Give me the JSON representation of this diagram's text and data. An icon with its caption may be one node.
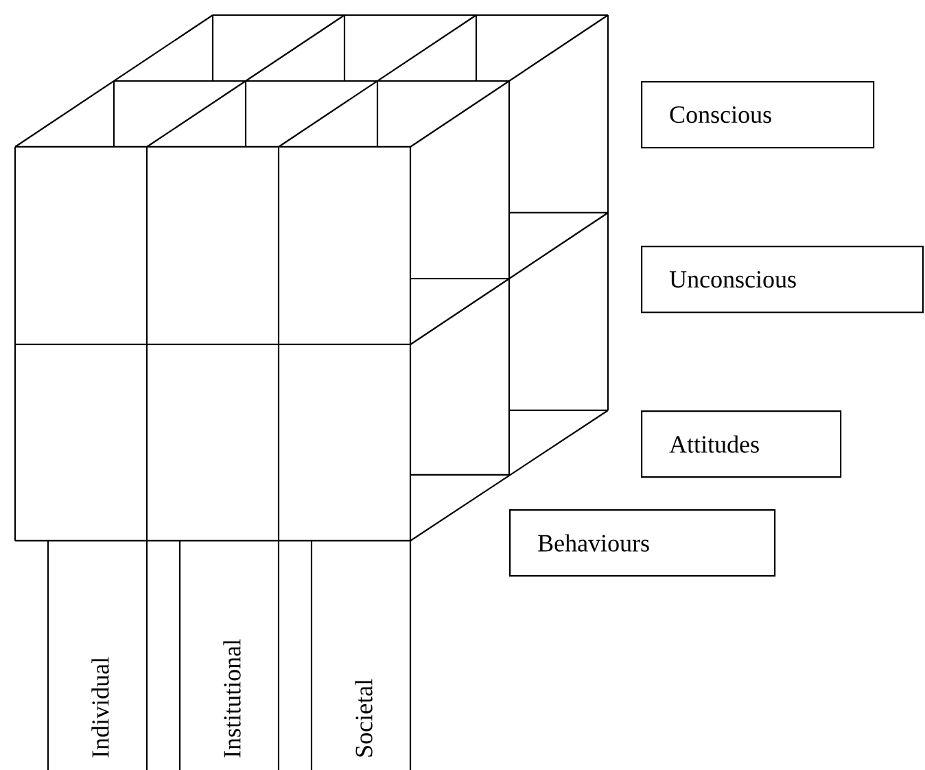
{
  "diagram": {
    "nodes": [
      {
        "text": [
          "Conscious"
        ]
      },
      {
        "text": [
          "Unconscious"
        ]
      },
      {
        "text": [
          "Attitudes"
        ]
      },
      {
        "text": [
          "Behaviours"
        ]
      },
      {
        "text": [
          "Individual"
        ]
      },
      {
        "text": [
          "Institutional"
        ]
      },
      {
        "text": [
          "Societal"
        ]
      }
    ]
  }
}
